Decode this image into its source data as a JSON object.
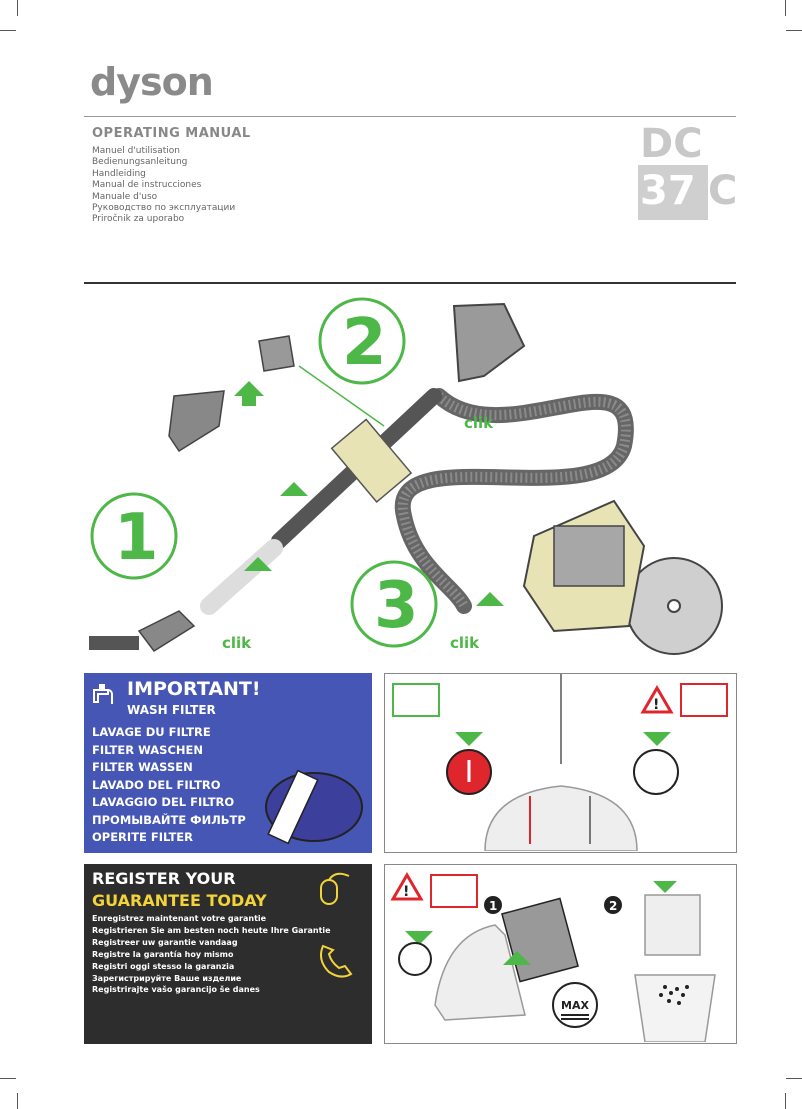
{
  "brand": {
    "logo_text": "dyson"
  },
  "header": {
    "title": "OPERATING MANUAL",
    "languages": [
      "Manuel d'utilisation",
      "Bedienungsanleitung",
      "Handleiding",
      "Manual de instrucciones",
      "Manuale d'uso",
      "Руководство по эксплуатации",
      "Priročnik za uporabo"
    ]
  },
  "model": {
    "line1": "DC",
    "number": "37",
    "suffix": "C"
  },
  "assembly": {
    "steps": [
      "1",
      "2",
      "3"
    ],
    "click_label": "clik"
  },
  "important": {
    "title": "IMPORTANT!",
    "subtitle": "WASH FILTER",
    "items": [
      "LAVAGE DU FILTRE",
      "FILTER WASCHEN",
      "FILTER WASSEN",
      "LAVADO DEL FILTRO",
      "LAVAGGIO DEL FILTRO",
      "ПРОМЫВАЙТЕ ФИЛЬТР",
      "OPERITE FILTER"
    ]
  },
  "register": {
    "line1": "REGISTER YOUR",
    "line2": "GUARANTEE TODAY",
    "items": [
      "Enregistrez maintenant votre garantie",
      "Registrieren Sie am besten noch heute Ihre Garantie",
      "Registreer uw garantie vandaag",
      "Registre la garantía hoy mismo",
      "Registri oggi stesso la garanzia",
      "Зарегистрируйте Ваше изделие",
      "Registrirajte vašo garancijo še danes"
    ]
  },
  "bin_empty": {
    "step_labels": [
      "1",
      "2"
    ],
    "max_label": "MAX"
  },
  "colors": {
    "accent_green": "#4db848",
    "panel_blue": "#4556b5",
    "panel_dark": "#2d2d2d",
    "highlight_yellow": "#f3d33a",
    "warning_red": "#e0262d"
  }
}
